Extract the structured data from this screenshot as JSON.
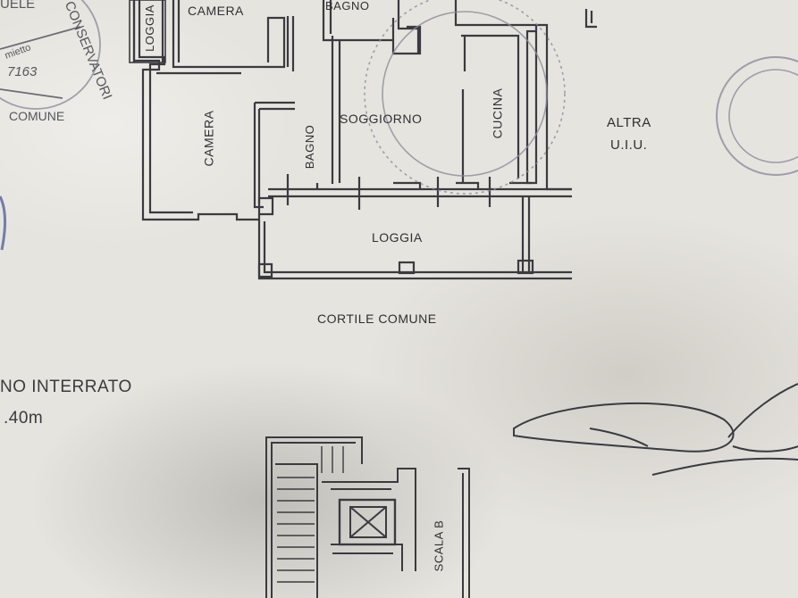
{
  "rooms": {
    "camera_top": "CAMERA",
    "bagno_top": "BAGNO",
    "loggia_left": "LOGGIA",
    "camera_mid": "CAMERA",
    "bagno_mid": "BAGNO",
    "soggiorno": "SOGGIORNO",
    "cucina": "CUCINA",
    "altra_line1": "ALTRA",
    "altra_line2": "U.I.U.",
    "loggia": "LOGGIA",
    "cortile": "CORTILE COMUNE"
  },
  "left_stamp": {
    "text_conservatori": "CONSERVATORI",
    "text_uele": "UELE",
    "text_number": "7163",
    "text_comune": "COMUNE",
    "text_mietto": "mietto"
  },
  "basement": {
    "title": "NO INTERRATO",
    "height": ".40m",
    "scala": "SCALA B"
  },
  "colors": {
    "ink": "#3a3a40",
    "stamp": "#8a8d9c",
    "paper": "#e6e4de"
  }
}
